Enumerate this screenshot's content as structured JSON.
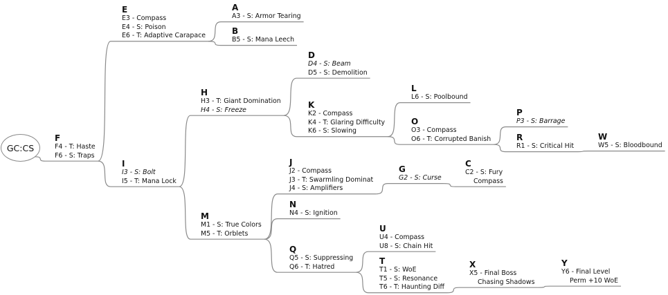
{
  "root": {
    "label": "GC:CS"
  },
  "nodes": {
    "F": {
      "title": "F",
      "lines": [
        {
          "text": "F4 - T: Haste",
          "italic": false
        },
        {
          "text": "F6 - S: Traps",
          "italic": false
        }
      ]
    },
    "E": {
      "title": "E",
      "lines": [
        {
          "text": "E3 - Compass",
          "italic": false
        },
        {
          "text": "E4 - S: Poison",
          "italic": false
        },
        {
          "text": "E6 - T: Adaptive Carapace",
          "italic": false
        }
      ]
    },
    "A": {
      "title": "A",
      "lines": [
        {
          "text": "A3 - S: Armor Tearing",
          "italic": false
        }
      ]
    },
    "B": {
      "title": "B",
      "lines": [
        {
          "text": "B5 - S: Mana Leech",
          "italic": false
        }
      ]
    },
    "I": {
      "title": "I",
      "lines": [
        {
          "text": "I3 - S: Bolt",
          "italic": true
        },
        {
          "text": "I5 - T: Mana Lock",
          "italic": false
        }
      ]
    },
    "H": {
      "title": "H",
      "lines": [
        {
          "text": "H3 - T: Giant Domination",
          "italic": false
        },
        {
          "text": "H4 - S: Freeze",
          "italic": true
        }
      ]
    },
    "D": {
      "title": "D",
      "lines": [
        {
          "text": "D4 - S: Beam",
          "italic": true
        },
        {
          "text": "D5 - S: Demolition",
          "italic": false
        }
      ]
    },
    "K": {
      "title": "K",
      "lines": [
        {
          "text": "K2 - Compass",
          "italic": false
        },
        {
          "text": "K4 - T: Glaring Difficulty",
          "italic": false
        },
        {
          "text": "K6 - S: Slowing",
          "italic": false
        }
      ]
    },
    "L": {
      "title": "L",
      "lines": [
        {
          "text": "L6 - S: Poolbound",
          "italic": false
        }
      ]
    },
    "O": {
      "title": "O",
      "lines": [
        {
          "text": "O3 - Compass",
          "italic": false
        },
        {
          "text": "O6 - T: Corrupted Banish",
          "italic": false
        }
      ]
    },
    "P": {
      "title": "P",
      "lines": [
        {
          "text": "P3 - S: Barrage",
          "italic": true
        }
      ]
    },
    "R": {
      "title": "R",
      "lines": [
        {
          "text": "R1 - S: Critical Hit",
          "italic": false
        }
      ]
    },
    "W": {
      "title": "W",
      "lines": [
        {
          "text": "W5 - S: Bloodbound",
          "italic": false
        }
      ]
    },
    "M": {
      "title": "M",
      "lines": [
        {
          "text": "M1 - S: True Colors",
          "italic": false
        },
        {
          "text": "M5 - T: Orblets",
          "italic": false
        }
      ]
    },
    "J": {
      "title": "J",
      "lines": [
        {
          "text": "J2 - Compass",
          "italic": false
        },
        {
          "text": "J3 - T: Swarmling Dominat",
          "italic": false
        },
        {
          "text": "J4 - S: Amplifiers",
          "italic": false
        }
      ]
    },
    "G": {
      "title": "G",
      "lines": [
        {
          "text": "G2 - S: Curse",
          "italic": true
        }
      ]
    },
    "C": {
      "title": "C",
      "lines": [
        {
          "text": "C2 - S: Fury",
          "italic": false
        },
        {
          "text": "Compass",
          "italic": false
        }
      ]
    },
    "N": {
      "title": "N",
      "lines": [
        {
          "text": "N4 - S: Ignition",
          "italic": false
        }
      ]
    },
    "Q": {
      "title": "Q",
      "lines": [
        {
          "text": "Q5 - S: Suppressing",
          "italic": false
        },
        {
          "text": "Q6 - T: Hatred",
          "italic": false
        }
      ]
    },
    "U": {
      "title": "U",
      "lines": [
        {
          "text": "U4 - Compass",
          "italic": false
        },
        {
          "text": "U8 - S: Chain Hit",
          "italic": false
        }
      ]
    },
    "T": {
      "title": "T",
      "lines": [
        {
          "text": "T1 - S: WoE",
          "italic": false
        },
        {
          "text": "T5 - S: Resonance",
          "italic": false
        },
        {
          "text": "T6 - T: Haunting Diff",
          "italic": false
        }
      ]
    },
    "X": {
      "title": "X",
      "lines": [
        {
          "text": "X5 - Final Boss",
          "italic": false
        },
        {
          "text": "Chasing Shadows",
          "italic": false
        }
      ]
    },
    "Y": {
      "title": "Y",
      "lines": [
        {
          "text": "Y6 - Final Level",
          "italic": false
        },
        {
          "text": "Perm +10 WoE",
          "italic": false
        }
      ]
    }
  },
  "edges": [
    [
      "root",
      "F"
    ],
    [
      "F",
      "E"
    ],
    [
      "F",
      "I"
    ],
    [
      "E",
      "A"
    ],
    [
      "E",
      "B"
    ],
    [
      "I",
      "H"
    ],
    [
      "I",
      "M"
    ],
    [
      "H",
      "D"
    ],
    [
      "H",
      "K"
    ],
    [
      "K",
      "L"
    ],
    [
      "K",
      "O"
    ],
    [
      "O",
      "P"
    ],
    [
      "O",
      "R"
    ],
    [
      "R",
      "W"
    ],
    [
      "M",
      "J"
    ],
    [
      "M",
      "N"
    ],
    [
      "M",
      "Q"
    ],
    [
      "J",
      "G"
    ],
    [
      "G",
      "C"
    ],
    [
      "Q",
      "U"
    ],
    [
      "Q",
      "T"
    ],
    [
      "T",
      "X"
    ],
    [
      "X",
      "Y"
    ]
  ],
  "colors": {
    "connector": "#8a8a8a",
    "text": "#111111"
  }
}
